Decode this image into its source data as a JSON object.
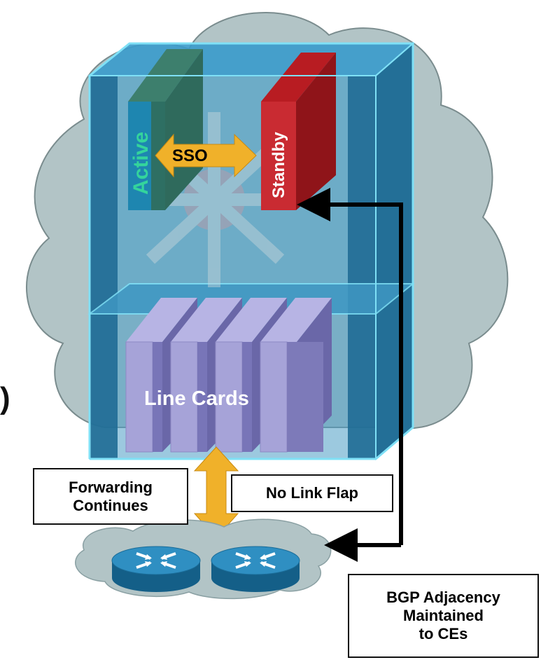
{
  "labels": {
    "active": "Active",
    "standby": "Standby",
    "sso": "SSO",
    "line_cards": "Line Cards",
    "forwarding_continues": "Forwarding\nContinues",
    "no_link_flap": "No Link Flap",
    "bgp_adjacency": "BGP Adjacency\nMaintained\nto CEs",
    "cut_glyph": ")"
  },
  "colors": {
    "cloud": "#b2c4c6",
    "chassis": "#2b8cc0",
    "chassis_dark": "#1c6b92",
    "active_card": "#2e8b8a",
    "active_text": "#34d49c",
    "standby_card": "#c8232c",
    "sso_arrow": "#f0b12a",
    "line_card": "#a6a3d8",
    "router": "#1d7fb6"
  },
  "icons": {
    "router_left": "router-icon",
    "router_right": "router-icon",
    "supervisor_hub": "crossing-arrows-icon"
  }
}
